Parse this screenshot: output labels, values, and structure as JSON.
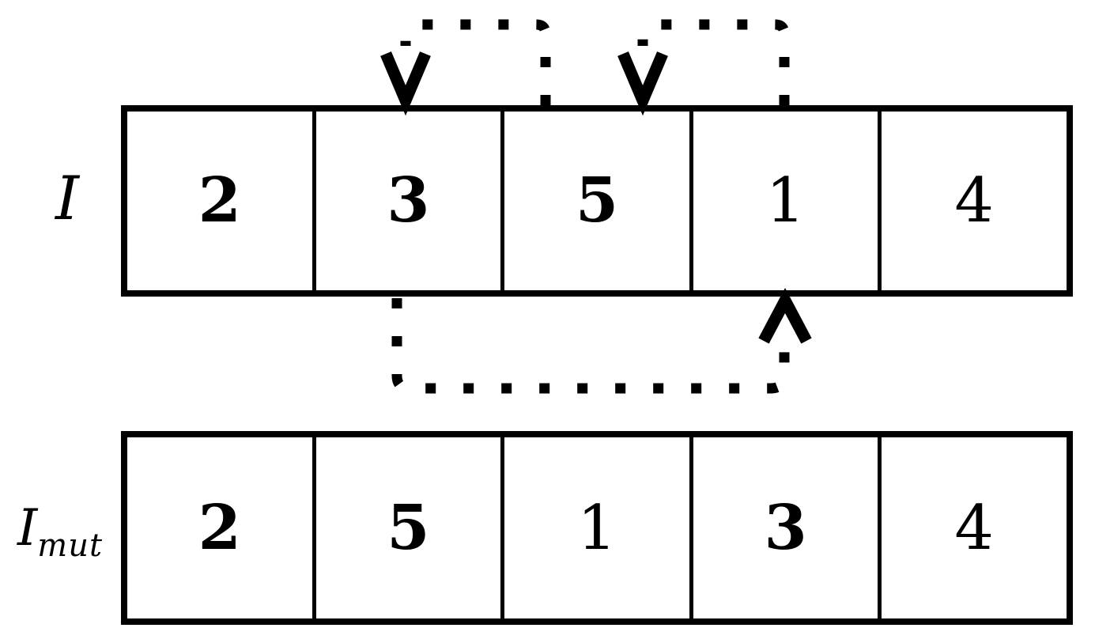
{
  "background_color": "#ffffff",
  "ink_color": "#000000",
  "arrays": {
    "original": {
      "label": "I",
      "cells": [
        {
          "value": "2",
          "bold": true
        },
        {
          "value": "3",
          "bold": true
        },
        {
          "value": "5",
          "bold": true
        },
        {
          "value": "1",
          "bold": false
        },
        {
          "value": "4",
          "bold": false
        }
      ]
    },
    "mutated": {
      "label_base": "I",
      "label_subscript": "mut",
      "cells": [
        {
          "value": "2",
          "bold": true
        },
        {
          "value": "5",
          "bold": true
        },
        {
          "value": "1",
          "bold": false
        },
        {
          "value": "3",
          "bold": true
        },
        {
          "value": "4",
          "bold": false
        }
      ]
    }
  },
  "arrows": [
    {
      "name": "move-value-5",
      "style": "dotted",
      "direction": "down",
      "from_index": 2,
      "to_index": 1,
      "location": "above-array"
    },
    {
      "name": "move-value-1",
      "style": "dotted",
      "direction": "down",
      "from_index": 3,
      "to_index": 2,
      "location": "above-array"
    },
    {
      "name": "move-value-3",
      "style": "dotted",
      "direction": "up",
      "from_index": 1,
      "to_index": 3,
      "location": "below-array"
    }
  ]
}
